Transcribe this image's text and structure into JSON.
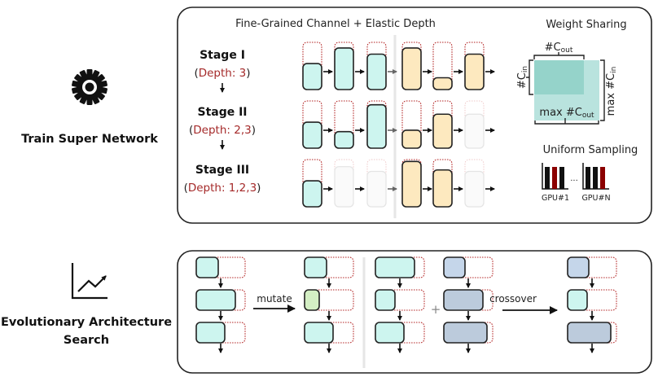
{
  "left_labels": {
    "train": "Train Super Network",
    "search_line1": "Evolutionary Architecture",
    "search_line2": "Search",
    "train_icon": "gear-icon",
    "search_icon": "line-chart-trend-icon"
  },
  "train_panel": {
    "title": "Fine-Grained Channel + Elastic Depth",
    "stages": [
      {
        "name": "Stage I",
        "depth_prefix": "(",
        "depth_text": "Depth: 3",
        "depth_suffix": ")",
        "group1": [
          {
            "fill": 0.55,
            "active": true
          },
          {
            "fill": 0.88,
            "active": true
          },
          {
            "fill": 0.75,
            "active": true
          }
        ],
        "group2": [
          {
            "fill": 0.88,
            "active": true
          },
          {
            "fill": 0.25,
            "active": true
          },
          {
            "fill": 0.75,
            "active": true
          }
        ]
      },
      {
        "name": "Stage II",
        "depth_prefix": "(",
        "depth_text": "Depth: 2,3",
        "depth_suffix": ")",
        "group1": [
          {
            "fill": 0.55,
            "active": true
          },
          {
            "fill": 0.35,
            "active": true
          },
          {
            "fill": 0.92,
            "active": true
          }
        ],
        "group2": [
          {
            "fill": 0.38,
            "active": true
          },
          {
            "fill": 0.72,
            "active": true
          },
          {
            "fill": 0.72,
            "active": false
          }
        ]
      },
      {
        "name": "Stage III",
        "depth_prefix": "(",
        "depth_text": "Depth: 1,2,3",
        "depth_suffix": ")",
        "group1": [
          {
            "fill": 0.55,
            "active": true
          },
          {
            "fill": 0.85,
            "active": false
          },
          {
            "fill": 0.75,
            "active": false
          }
        ],
        "group2": [
          {
            "fill": 0.96,
            "active": true
          },
          {
            "fill": 0.78,
            "active": true
          },
          {
            "fill": 0.75,
            "active": false
          }
        ]
      }
    ],
    "weight_sharing": {
      "title": "Weight Sharing",
      "cout_label": "#C",
      "cout_sub": "out",
      "cin_label": "#C",
      "cin_sub": "in",
      "max_cout_label": "max #C",
      "max_cout_sub": "out",
      "max_cin_label": "max #C",
      "max_cin_sub": "in"
    },
    "uniform_sampling": {
      "title": "Uniform Sampling",
      "ellipsis": "...",
      "gpus": [
        {
          "label": "GPU#1",
          "bars": [
            "black",
            "red",
            "black"
          ]
        },
        {
          "label": "GPU#N",
          "bars": [
            "black",
            "black",
            "red"
          ]
        }
      ]
    }
  },
  "search_panel": {
    "mutate_label": "mutate",
    "crossover_label": "crossover",
    "plus_sign": "+"
  },
  "colors": {
    "teal": "#cdf5ef",
    "orange": "#fde9bf",
    "green": "#d4efc4",
    "blue": "#c5d6ea",
    "slate": "#bccbdc",
    "depth_red": "#a52a2a",
    "gpu_red": "#8b0000"
  }
}
